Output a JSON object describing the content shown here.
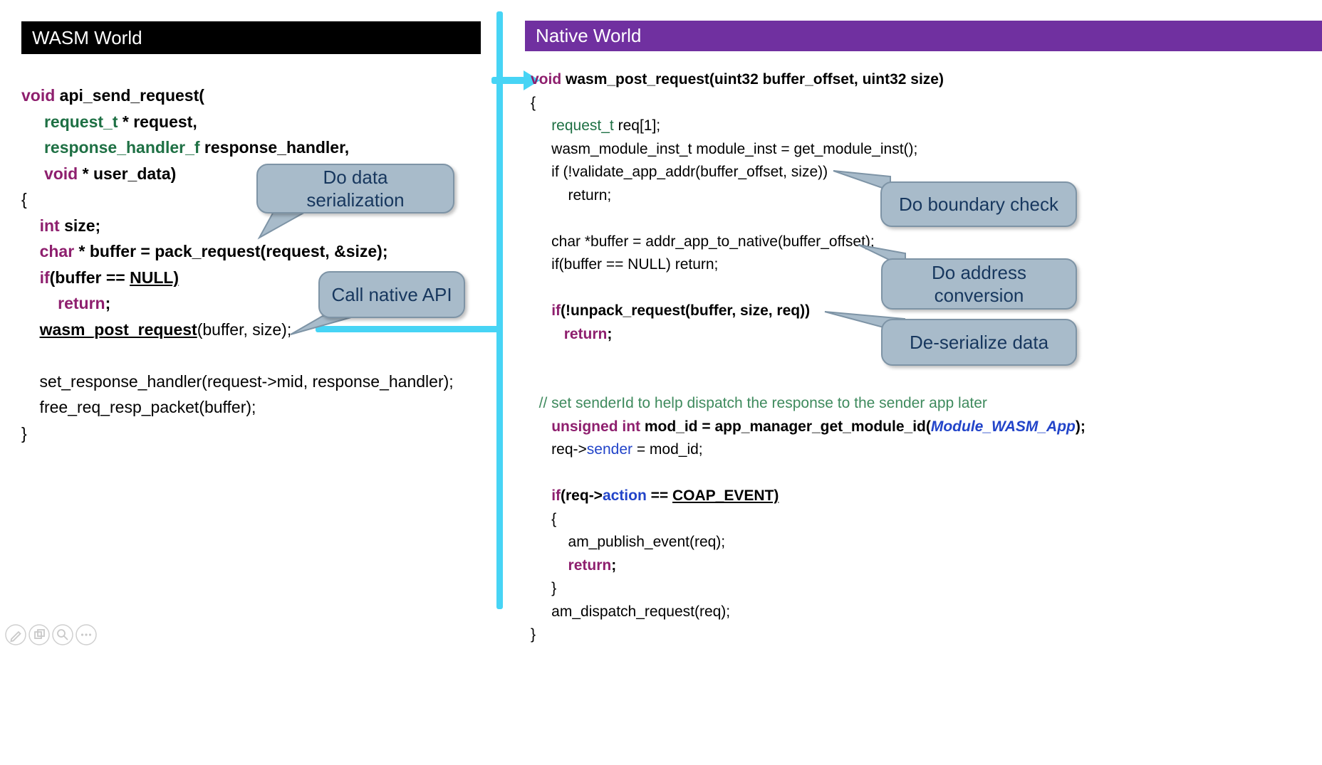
{
  "colors": {
    "header_purple": "#7030A0",
    "connector": "#47D4F5",
    "callout_bg": "#A8BBCA",
    "callout_border": "#7E94A6",
    "callout_text": "#17375E",
    "kw": "#8E1F6E",
    "type_green": "#1E7044",
    "comment_green": "#3E8A5D",
    "ident_blue": "#2244C9"
  },
  "headers": {
    "wasm": "WASM World",
    "native": "Native World"
  },
  "callouts": [
    {
      "id": "serialization",
      "text": "Do data\nserialization"
    },
    {
      "id": "call-native",
      "text": "Call native API"
    },
    {
      "id": "boundary",
      "text": "Do boundary check"
    },
    {
      "id": "address",
      "text": "Do address\nconversion"
    },
    {
      "id": "deserialize",
      "text": "De-serialize data"
    }
  ],
  "code_wasm": {
    "lines": [
      [
        [
          "k",
          "void "
        ],
        [
          "b",
          "api_send_request("
        ]
      ],
      [
        [
          "n",
          "     "
        ],
        [
          "t",
          "request_t "
        ],
        [
          "b",
          "* request,"
        ]
      ],
      [
        [
          "n",
          "     "
        ],
        [
          "t",
          "response_handler_f "
        ],
        [
          "b",
          "response_handler,"
        ]
      ],
      [
        [
          "n",
          "     "
        ],
        [
          "k",
          "void "
        ],
        [
          "b",
          "* user_data)"
        ]
      ],
      [
        [
          "n",
          "{"
        ]
      ],
      [
        [
          "n",
          "    "
        ],
        [
          "k",
          "int "
        ],
        [
          "b",
          "size;"
        ]
      ],
      [
        [
          "n",
          "    "
        ],
        [
          "k",
          "char "
        ],
        [
          "b",
          "* buffer = pack_request(request, &size);"
        ]
      ],
      [
        [
          "n",
          "    "
        ],
        [
          "k",
          "if"
        ],
        [
          "b",
          "(buffer == "
        ],
        [
          "u",
          "NULL)"
        ]
      ],
      [
        [
          "n",
          "        "
        ],
        [
          "k",
          "return"
        ],
        [
          "b",
          ";"
        ]
      ],
      [
        [
          "n",
          "    "
        ],
        [
          "u",
          "wasm_post_request"
        ],
        [
          "n",
          "(buffer, size);"
        ]
      ],
      [],
      [
        [
          "n",
          "    set_response_handler(request->mid, response_handler);"
        ]
      ],
      [
        [
          "n",
          "    free_req_resp_packet(buffer);"
        ]
      ],
      [
        [
          "n",
          "}"
        ]
      ]
    ]
  },
  "code_native": {
    "lines": [
      [
        [
          "k",
          "void "
        ],
        [
          "b",
          "wasm_post_request(uint32 buffer_offset, uint32 size)"
        ]
      ],
      [
        [
          "n",
          "{"
        ]
      ],
      [
        [
          "n",
          "     "
        ],
        [
          "g",
          "request_t "
        ],
        [
          "n",
          "req[1];"
        ]
      ],
      [
        [
          "n",
          "     wasm_module_inst_t module_inst = get_module_inst();"
        ]
      ],
      [
        [
          "n",
          "     if (!validate_app_addr(buffer_offset, size))"
        ]
      ],
      [
        [
          "n",
          "         return;"
        ]
      ],
      [],
      [
        [
          "n",
          "     char *buffer = addr_app_to_native(buffer_offset);"
        ]
      ],
      [
        [
          "n",
          "     if(buffer == NULL) return;"
        ]
      ],
      [],
      [
        [
          "n",
          "     "
        ],
        [
          "k",
          "if"
        ],
        [
          "b",
          "(!unpack_request(buffer, size, req))"
        ]
      ],
      [
        [
          "n",
          "        "
        ],
        [
          "k",
          "return"
        ],
        [
          "b",
          ";"
        ]
      ],
      [],
      [],
      [
        [
          "c",
          "  // set senderId to help dispatch the response to the sender app later"
        ]
      ],
      [
        [
          "n",
          "     "
        ],
        [
          "k",
          "unsigned int "
        ],
        [
          "b",
          "mod_id = app_manager_get_module_id("
        ],
        [
          "bli",
          "Module_WASM_App"
        ],
        [
          "b",
          ");"
        ]
      ],
      [
        [
          "n",
          "     req->"
        ],
        [
          "bl",
          "sender"
        ],
        [
          "n",
          " = mod_id;"
        ]
      ],
      [],
      [
        [
          "n",
          "     "
        ],
        [
          "k",
          "if"
        ],
        [
          "b",
          "(req->"
        ],
        [
          "blb",
          "action"
        ],
        [
          "b",
          " == "
        ],
        [
          "u",
          "COAP_EVENT)"
        ]
      ],
      [
        [
          "n",
          "     {"
        ]
      ],
      [
        [
          "n",
          "         am_publish_event(req);"
        ]
      ],
      [
        [
          "n",
          "         "
        ],
        [
          "k",
          "return"
        ],
        [
          "b",
          ";"
        ]
      ],
      [
        [
          "n",
          "     }"
        ]
      ],
      [
        [
          "n",
          "     am_dispatch_request(req);"
        ]
      ],
      [
        [
          "n",
          "}"
        ]
      ]
    ]
  },
  "toolbar": {
    "icons": [
      "pen-icon",
      "copy-icon",
      "magnifier-icon",
      "more-options-icon"
    ]
  }
}
